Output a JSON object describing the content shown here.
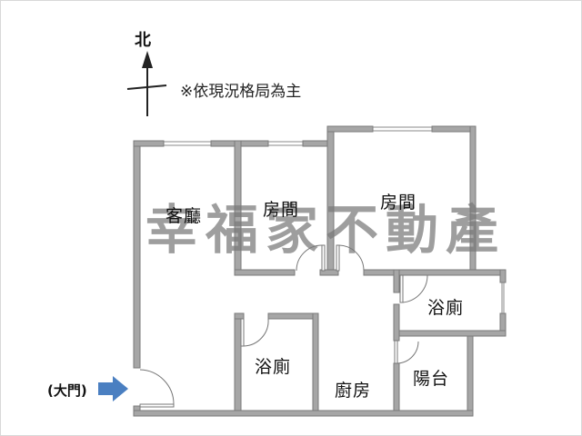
{
  "compass": {
    "north_label": "北"
  },
  "note": "※依現況格局為主",
  "watermark": "幸福家不動產",
  "rooms": {
    "living_room": "客廳",
    "bedroom_1": "房間",
    "bedroom_2": "房間",
    "bathroom_1": "浴廁",
    "bathroom_2": "浴廁",
    "kitchen": "廚房",
    "balcony": "陽台"
  },
  "entrance": {
    "label": "(大門)",
    "arrow_color": "#4a7fc1"
  },
  "colors": {
    "wall_fill": "#a6a6a6",
    "wall_stroke": "#7a7a7a",
    "background": "#ffffff"
  }
}
